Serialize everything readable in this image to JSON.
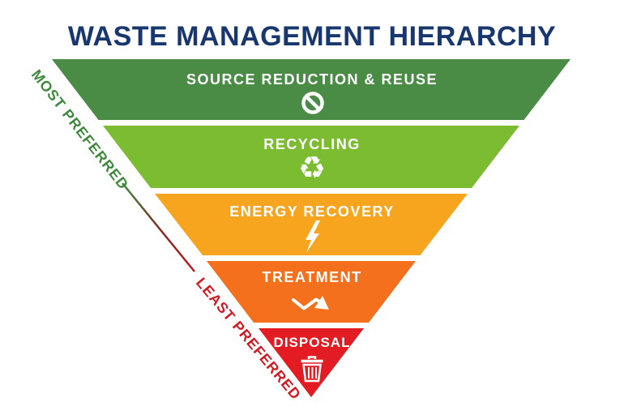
{
  "title": {
    "text": "WASTE MANAGEMENT HIERARCHY",
    "color": "#17376E"
  },
  "pyramid": {
    "label_color": "#FFFFFF",
    "levels": [
      {
        "label": "SOURCE REDUCTION & REUSE",
        "color": "#4A8C45",
        "icon": "prohibition-icon"
      },
      {
        "label": "RECYCLING",
        "color": "#7CBC31",
        "icon": "recycling-icon",
        "glyph": "♻"
      },
      {
        "label": "ENERGY RECOVERY",
        "color": "#F7A51E",
        "icon": "lightning-icon"
      },
      {
        "label": "TREATMENT",
        "color": "#F4701D",
        "icon": "zigzag-arrow-icon"
      },
      {
        "label": "DISPOSAL",
        "color": "#E31B22",
        "icon": "trash-icon"
      }
    ]
  },
  "side_labels": {
    "most": {
      "text": "MOST PREFERRED",
      "color": "#3E8A3C"
    },
    "least": {
      "text": "LEAST PREFERRED",
      "color": "#D21920"
    }
  },
  "connector": {
    "from_color": "#3E8A3C",
    "mid_color": "#7A3024",
    "to_color": "#C4161C"
  }
}
